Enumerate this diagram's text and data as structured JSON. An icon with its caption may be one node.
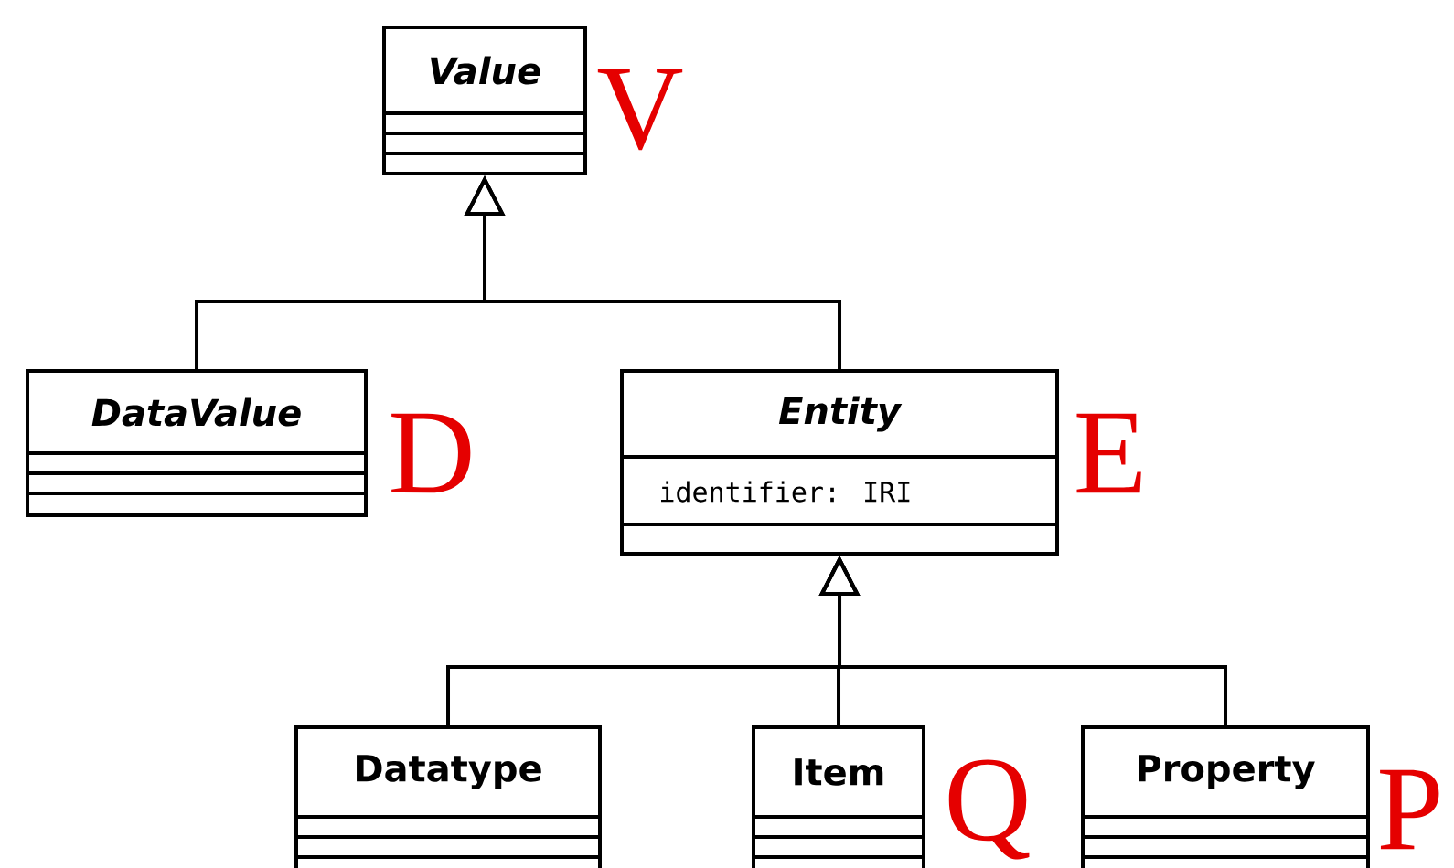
{
  "diagram": {
    "nodes": [
      {
        "text": [
          "Value"
        ],
        "beside": [
          "V"
        ]
      },
      {
        "text": [
          "DataValue"
        ],
        "beside": [
          "D"
        ]
      },
      {
        "text": [
          "Entity",
          "identifier: IRI"
        ],
        "beside": [
          "E"
        ]
      },
      {
        "text": [
          "Datatype"
        ]
      },
      {
        "text": [
          "Item"
        ],
        "beside": [
          "Q"
        ]
      },
      {
        "text": [
          "Property"
        ],
        "beside": [
          "P"
        ]
      }
    ],
    "edges": [
      {
        "from": 1,
        "to": 0,
        "arrow": "to"
      },
      {
        "from": 2,
        "to": 0,
        "arrow": "to"
      },
      {
        "from": 3,
        "to": 2,
        "arrow": "to"
      },
      {
        "from": 4,
        "to": 2,
        "arrow": "to"
      },
      {
        "from": 5,
        "to": 2,
        "arrow": "to"
      }
    ]
  }
}
